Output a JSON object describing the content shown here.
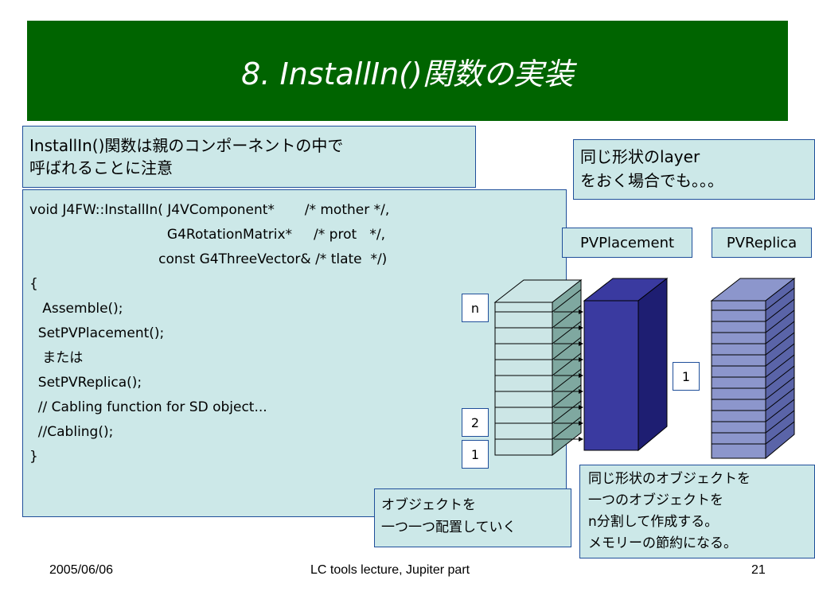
{
  "slide": {
    "title": "8. InstallIn()関数の実装",
    "note_top": [
      "InstallIn()関数は親のコンポーネントの中で",
      "呼ばれることに注意"
    ],
    "code_lines": [
      "void J4FW::InstallIn( J4VComponent*       /* mother */,",
      "                                G4RotationMatrix*     /* prot   */,",
      "                              const G4ThreeVector& /* tlate  */)",
      "{",
      "   Assemble();",
      "",
      "  SetPVPlacement();",
      "   または",
      "  SetPVReplica();",
      "",
      "  // Cabling function for SD object...",
      "  //Cabling();",
      "}"
    ],
    "note_layer": [
      "同じ形状のlayer",
      "をおく場合でも。。。"
    ],
    "pvplacement_label": "PVPlacement",
    "pvreplica_label": "PVReplica",
    "layer_labels": {
      "n": "n",
      "two": "2",
      "one": "1",
      "replica_one": "1"
    },
    "note_placement": [
      "オブジェクトを",
      "一つ一つ配置していく"
    ],
    "note_replica": [
      "同じ形状のオブジェクトを",
      "一つのオブジェクトを",
      "n分割して作成する。",
      "メモリーの節約になる。"
    ]
  },
  "footer": {
    "date": "2005/06/06",
    "center": "LC tools lecture, Jupiter part",
    "page": "21"
  },
  "colors": {
    "title_bg": "#006400",
    "box_bg": "#cce8e8",
    "box_border": "#1f4f9a",
    "stack_front": "#cce6e6",
    "stack_side": "#7fa8a0",
    "placement_front": "#3a3aa0",
    "placement_side": "#1e1e72",
    "replica_front": "#8c96cc",
    "replica_side": "#5a64a8"
  }
}
